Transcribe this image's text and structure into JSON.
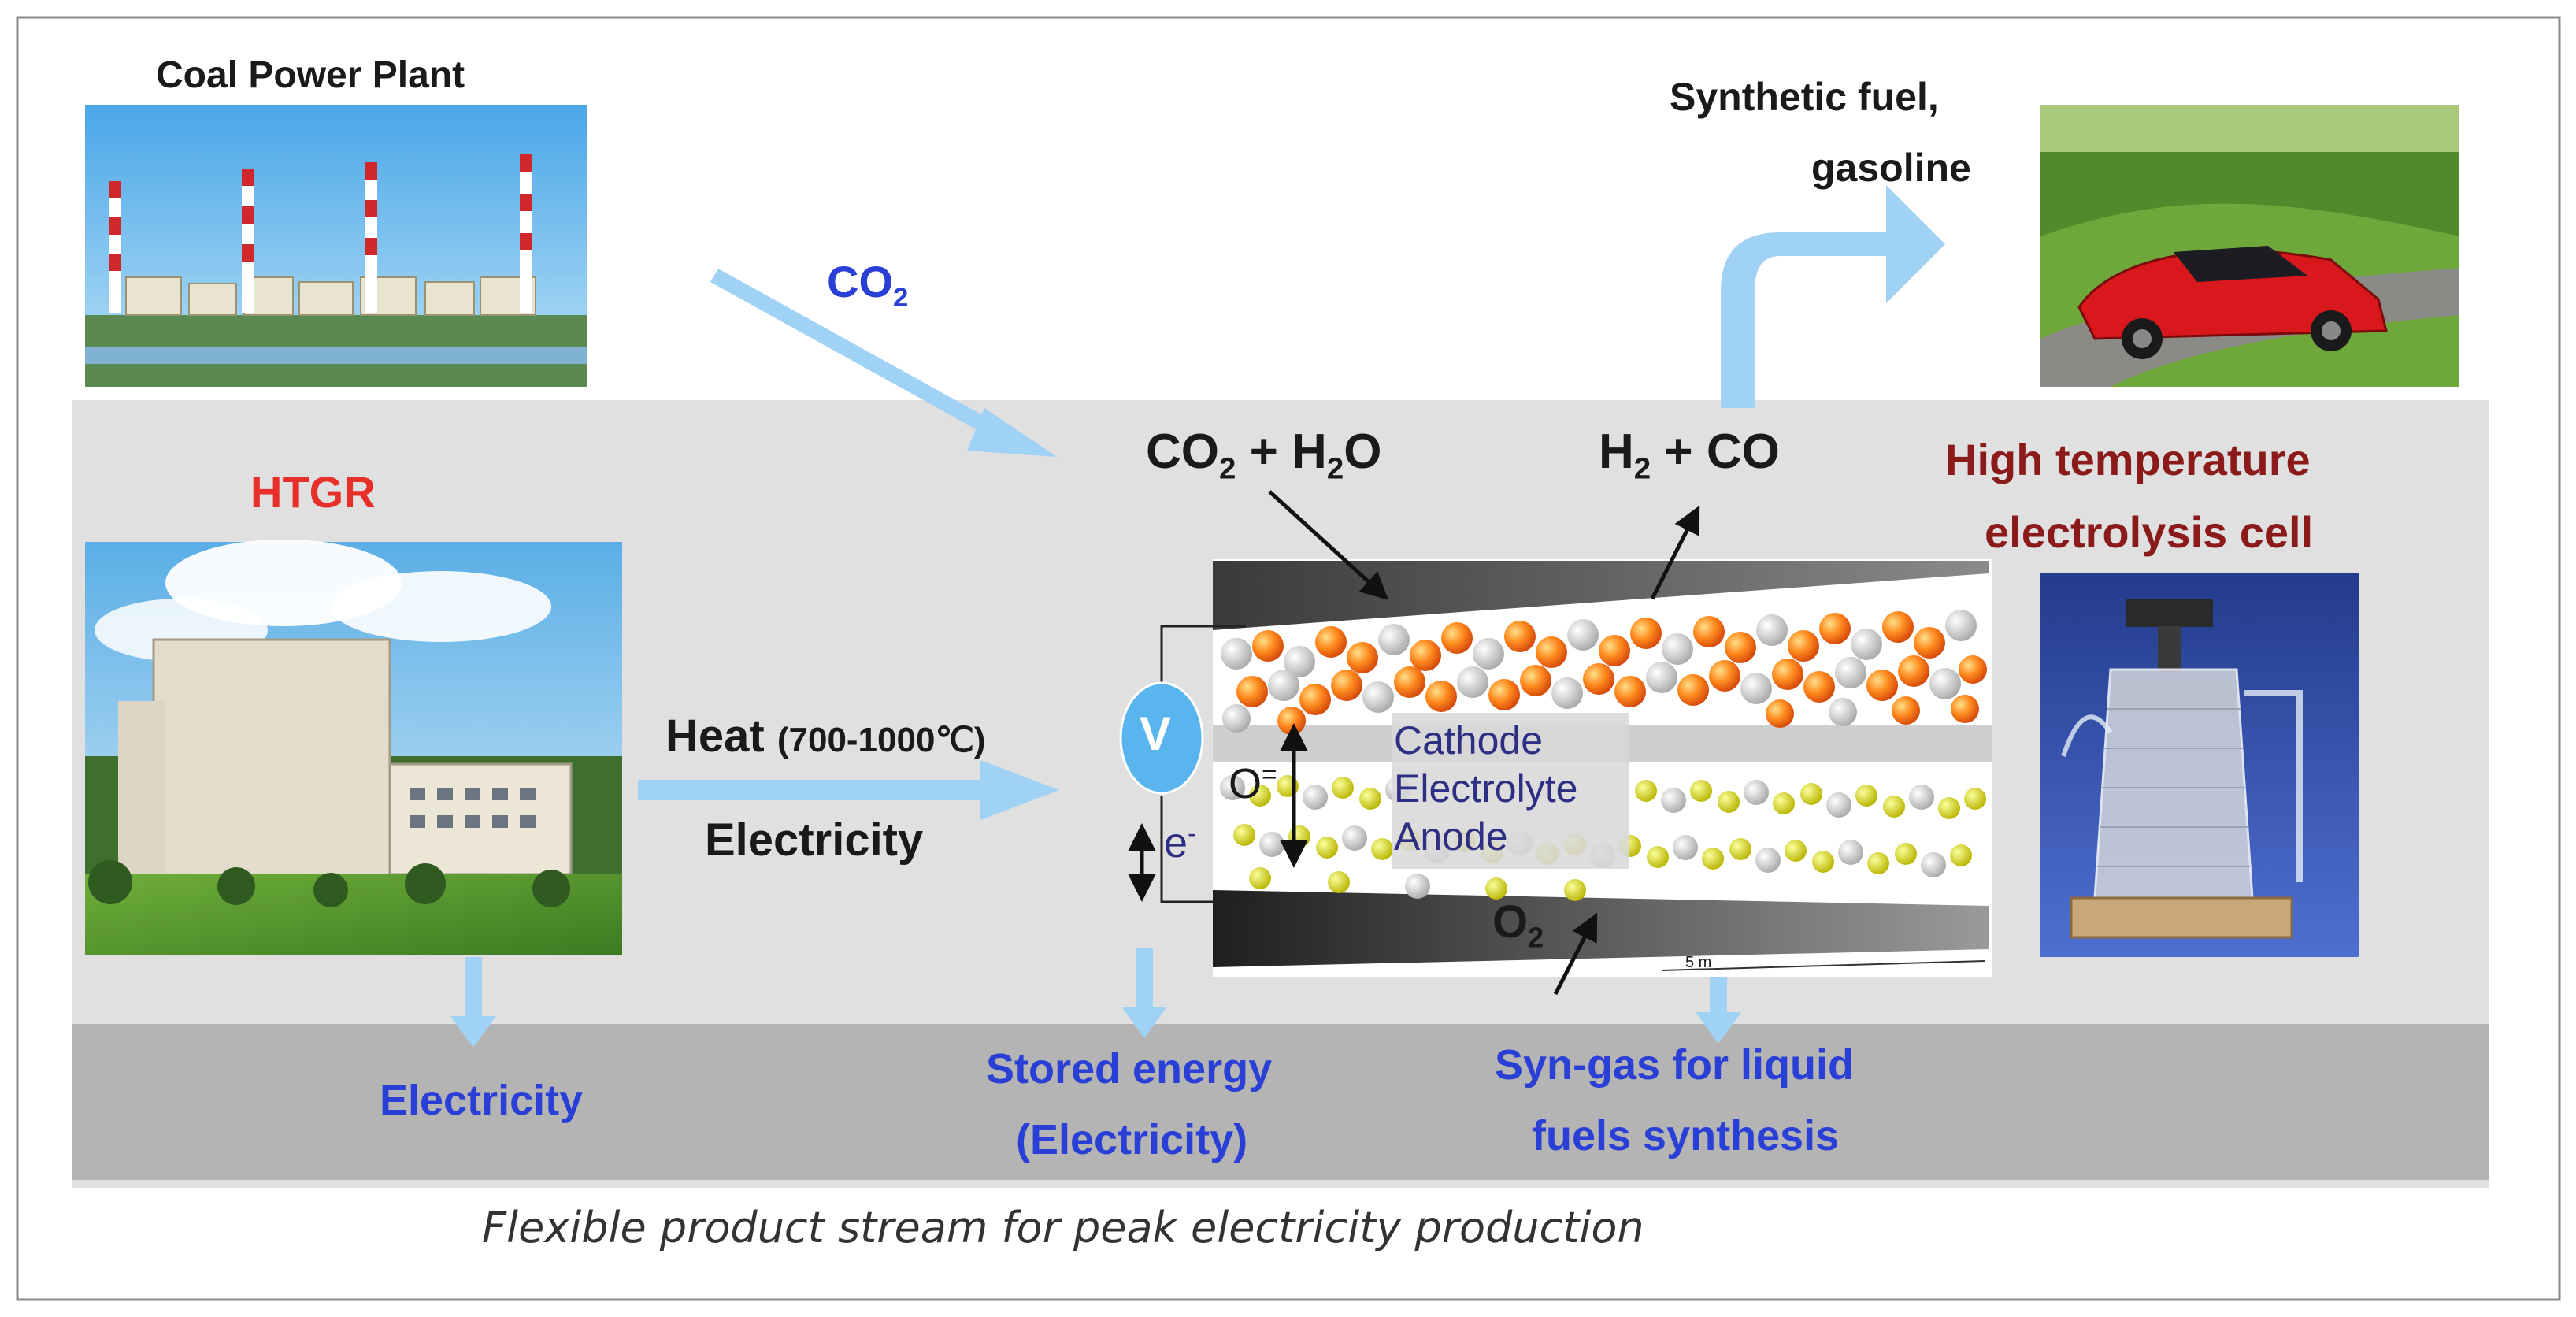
{
  "labels": {
    "coal_plant": "Coal Power Plant",
    "co2_top": "CO",
    "co2_top_sub": "2",
    "synthetic_fuel_line1": "Synthetic fuel,",
    "synthetic_fuel_line2": "gasoline",
    "htgr": "HTGR",
    "co2_h2o_a": "CO",
    "co2_h2o_sub1": "2",
    "co2_h2o_b": " + H",
    "co2_h2o_sub2": "2",
    "co2_h2o_c": "O",
    "h2_co_a": "H",
    "h2_co_sub": "2",
    "h2_co_b": " + CO",
    "hte_cell_line1": "High temperature",
    "hte_cell_line2": "electrolysis cell",
    "heat": "Heat",
    "heat_range": "(700-1000℃)",
    "electricity_input": "Electricity",
    "voltmeter": "V",
    "o2_ion": "O",
    "o2_ion_sup": "=",
    "electron": "e",
    "electron_sup": "-",
    "cathode": "Cathode",
    "electrolyte": "Electrolyte",
    "anode": "Anode",
    "o2_out": "O",
    "o2_out_sub": "2",
    "scale_label": "5 m",
    "out_electricity": "Electricity",
    "stored_energy_line1": "Stored energy",
    "stored_energy_line2": "(Electricity)",
    "syngas_line1": "Syn-gas for liquid",
    "syngas_line2": "fuels synthesis",
    "caption": "Flexible product stream for peak electricity production"
  },
  "colors": {
    "band_light": "#e0e0e0",
    "band_dark": "#b4b4b4",
    "arrow_blue": "#9fd2f4",
    "label_blue": "#2a3fd6",
    "label_red": "#e8302a",
    "label_dark_red": "#8b1a1a",
    "voltmeter_fill": "#5ab4ee"
  },
  "icons": [
    "coal-plant-photo",
    "sports-car-photo",
    "htgr-building-photo",
    "electrolysis-stack-photo",
    "voltmeter-icon"
  ]
}
